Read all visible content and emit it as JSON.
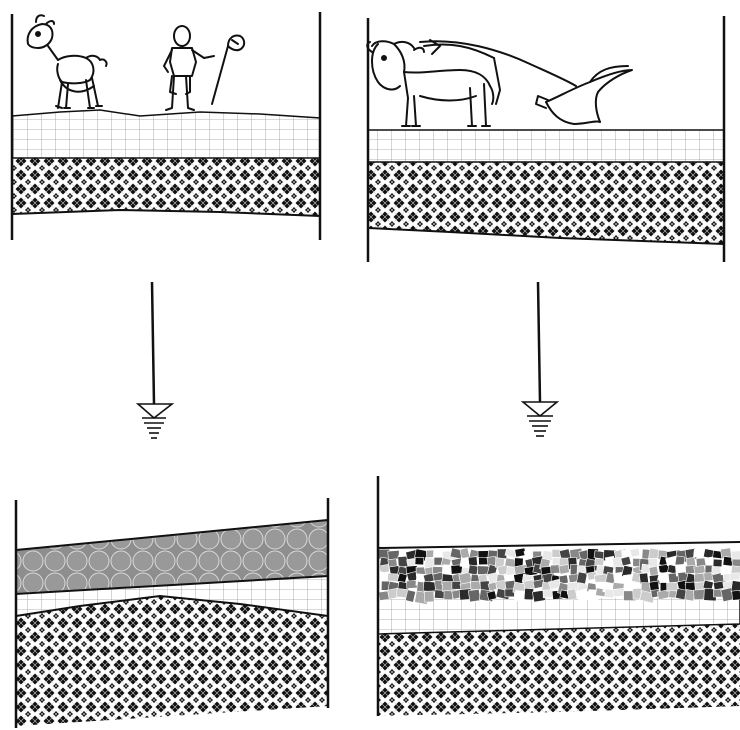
{
  "colors": {
    "ink": "#111111",
    "grid_fill": "#ffffff",
    "grid_line": "#9a9a9a",
    "lattice_dark": "#111111",
    "circle_fill": "#8e8e8e",
    "circle_stroke": "#d0d0d0",
    "background": "#ffffff"
  },
  "panels": [
    {
      "id": "before-left",
      "scene": "goat-and-herder",
      "layers": [
        "topsoil-grid",
        "subsoil-lattice"
      ]
    },
    {
      "id": "before-right",
      "scene": "ox-and-plough",
      "layers": [
        "topsoil-grid",
        "subsoil-lattice"
      ]
    },
    {
      "id": "after-left",
      "scene": "none",
      "layers": [
        "sediment-circles",
        "topsoil-grid",
        "subsoil-lattice"
      ]
    },
    {
      "id": "after-right",
      "scene": "none",
      "layers": [
        "mixed-blocky-horizon",
        "topsoil-grid",
        "subsoil-lattice"
      ]
    }
  ],
  "arrows": [
    {
      "from": "before-left",
      "to": "after-left",
      "icon": "down-arrow-with-ground-symbol"
    },
    {
      "from": "before-right",
      "to": "after-right",
      "icon": "down-arrow-with-ground-symbol"
    }
  ]
}
